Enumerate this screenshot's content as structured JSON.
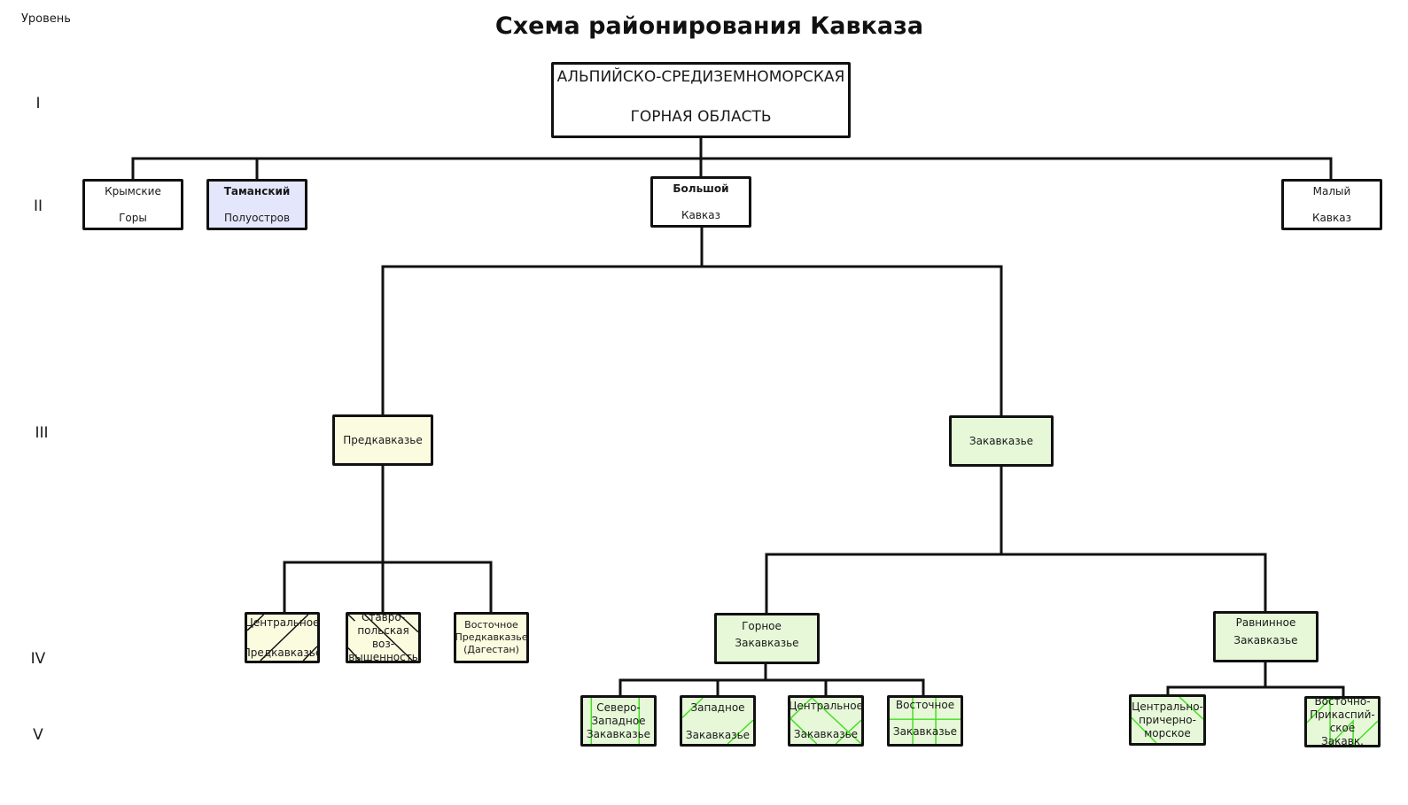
{
  "title": "Схема районирования Кавказа",
  "level_caption": "Уровень",
  "levels": [
    "I",
    "II",
    "III",
    "IV",
    "V"
  ],
  "colors": {
    "line": "#111111",
    "yellow_fill": "#fbfbdf",
    "green_fill": "#e6f8d8",
    "blue_fill": "#e4e6fb",
    "hatch_black": "#111111",
    "hatch_green": "#44dd22"
  },
  "nodes": {
    "root": {
      "lines": [
        "АЛЬПИЙСКО-СРЕДИЗЕМНОМОРСКАЯ",
        "ГОРНАЯ ОБЛАСТЬ"
      ],
      "level": "I"
    },
    "crimea": {
      "lines": [
        "Крымские",
        "Горы"
      ],
      "level": "II"
    },
    "taman": {
      "lines": [
        "Таманский",
        "Полуостров"
      ],
      "level": "II"
    },
    "greater_caucasus": {
      "lines": [
        "Большой",
        "Кавказ"
      ],
      "level": "II"
    },
    "lesser_caucasus": {
      "lines": [
        "Малый",
        "Кавказ"
      ],
      "level": "II"
    },
    "ciscaucasia": {
      "lines": [
        "Предкавказье"
      ],
      "level": "III"
    },
    "transcaucasia": {
      "lines": [
        "Закавказье"
      ],
      "level": "III"
    },
    "central_cis": {
      "lines": [
        "Центральное",
        "Предкавказье"
      ],
      "level": "IV",
      "hatch": "black-diagonal"
    },
    "stavropol": {
      "lines": [
        "Ставро-",
        "польская воз-",
        "вышенность"
      ],
      "level": "IV",
      "hatch": "black-backslash"
    },
    "east_cis": {
      "lines": [
        "Восточное",
        "Предкавказье",
        "(Дагестан)"
      ],
      "level": "IV"
    },
    "mountain_trans": {
      "lines": [
        "Горное",
        "Закавказье"
      ],
      "level": "IV"
    },
    "plain_trans": {
      "lines": [
        "Равнинное",
        "Закавказье"
      ],
      "level": "IV"
    },
    "nw_trans": {
      "lines": [
        "Северо-",
        "Западное",
        "Закавказье"
      ],
      "level": "V",
      "hatch": "green-vertical"
    },
    "west_trans": {
      "lines": [
        "Западное",
        "Закавказье"
      ],
      "level": "V",
      "hatch": "green-diagonal"
    },
    "central_trans": {
      "lines": [
        "Центральное",
        "Закавказье"
      ],
      "level": "V",
      "hatch": "green-cross"
    },
    "east_trans": {
      "lines": [
        "Восточное",
        "Закавказье"
      ],
      "level": "V",
      "hatch": "green-grid"
    },
    "central_blacksea": {
      "lines": [
        "Центрально-",
        "причерно-",
        "морское"
      ],
      "level": "V",
      "hatch": "green-diagonal"
    },
    "east_caspian": {
      "lines": [
        "Восточно-",
        "Прикаспий-",
        "ское Закавк."
      ],
      "level": "V",
      "hatch": "green-zigzag"
    }
  }
}
